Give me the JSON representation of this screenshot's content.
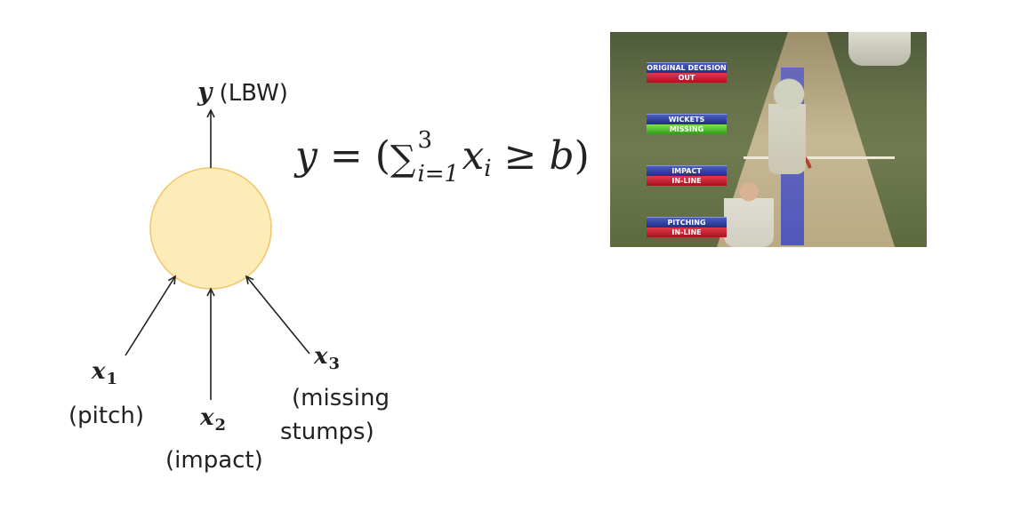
{
  "diagram": {
    "output_var": "y",
    "output_label": "(LBW)",
    "inputs": [
      {
        "var": "x",
        "sub": "1",
        "label_lines": [
          "(pitch)"
        ]
      },
      {
        "var": "x",
        "sub": "2",
        "label_lines": [
          "(impact)"
        ]
      },
      {
        "var": "x",
        "sub": "3",
        "label_lines": [
          "(missing",
          "stumps)"
        ]
      }
    ],
    "neuron_color": "#fdebb8",
    "neuron_border": "#f1c46a"
  },
  "formula": {
    "lhs": "y",
    "eq": " = (",
    "sum": "∑",
    "upper": "3",
    "lower": "i=1",
    "term_var": "x",
    "term_sub": "i",
    "rel": " ≥ ",
    "rhs": "b",
    "close": ")"
  },
  "drs_panel": {
    "rows": [
      {
        "title": "ORIGINAL DECISION",
        "value": "OUT",
        "color": "red"
      },
      {
        "title": "WICKETS",
        "value": "MISSING",
        "color": "green"
      },
      {
        "title": "IMPACT",
        "value": "IN-LINE",
        "color": "red"
      },
      {
        "title": "PITCHING",
        "value": "IN-LINE",
        "color": "red"
      }
    ]
  }
}
